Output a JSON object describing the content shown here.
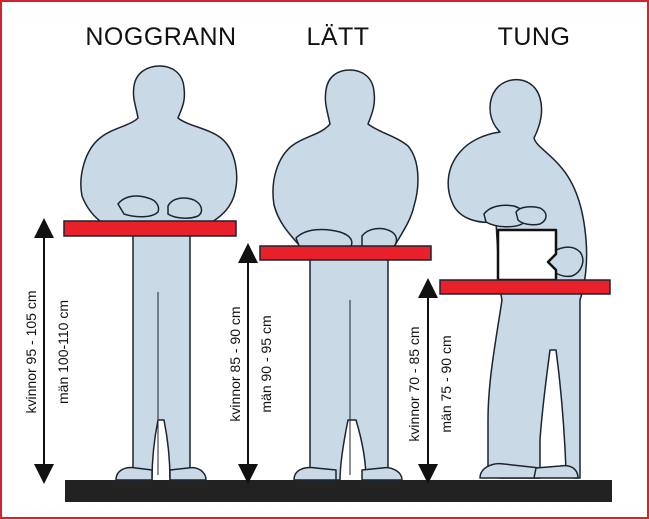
{
  "columns": [
    {
      "title": "NOGGRANN",
      "women_range": "kvinnor 95 - 105 cm",
      "men_range": "män 100-110 cm"
    },
    {
      "title": "LÄTT",
      "women_range": "kvinnor 85 - 90 cm",
      "men_range": "män 90 - 95 cm"
    },
    {
      "title": "TUNG",
      "women_range": "kvinnor 70 - 85 cm",
      "men_range": "män 75 - 90 cm"
    }
  ],
  "colors": {
    "frame": "#d3232f",
    "figure_fill": "#c9d9e6",
    "figure_stroke": "#1c2430",
    "worktop": "#e8202a",
    "floor": "#222222"
  }
}
